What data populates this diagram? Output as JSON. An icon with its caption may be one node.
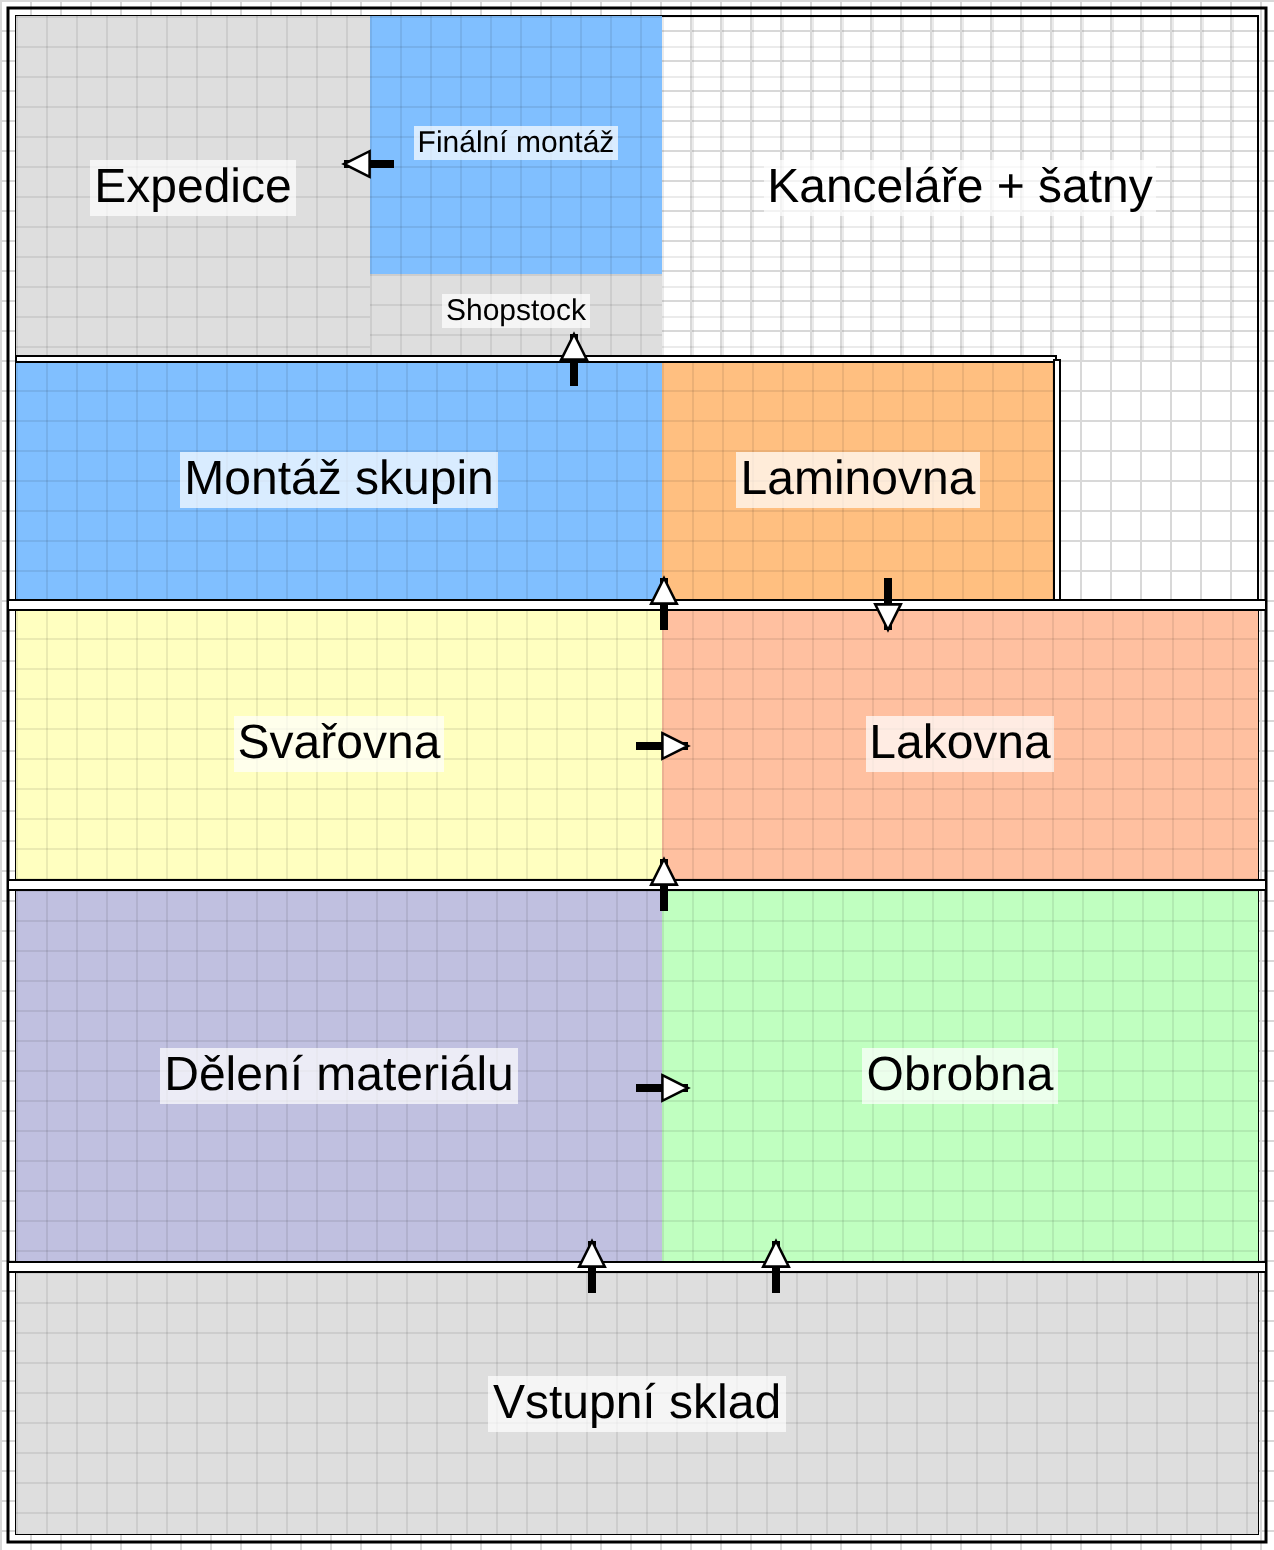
{
  "diagram": {
    "nodes": [
      {
        "text": [
          "Expedice"
        ]
      },
      {
        "text": [
          "Finální montáž"
        ]
      },
      {
        "text": [
          "Kanceláře + šatny"
        ]
      },
      {
        "text": [
          "Shopstock"
        ]
      },
      {
        "text": [
          "Montáž skupin"
        ]
      },
      {
        "text": [
          "Laminovna"
        ]
      },
      {
        "text": [
          "Svařovna"
        ]
      },
      {
        "text": [
          "Lakovna"
        ]
      },
      {
        "text": [
          "Dělení materiálu"
        ]
      },
      {
        "text": [
          "Obrobna"
        ]
      },
      {
        "text": [
          "Vstupní sklad"
        ]
      }
    ],
    "edges": [
      {
        "from": 1,
        "to": 0,
        "arrow": "to"
      },
      {
        "from": 4,
        "to": 3,
        "arrow": "to"
      },
      {
        "from": 6,
        "to": 4,
        "arrow": "to"
      },
      {
        "from": 5,
        "to": 7,
        "arrow": "to"
      },
      {
        "from": 6,
        "to": 7,
        "arrow": "to"
      },
      {
        "from": 8,
        "to": 6,
        "arrow": "to"
      },
      {
        "from": 8,
        "to": 9,
        "arrow": "to"
      },
      {
        "from": 10,
        "to": 8,
        "arrow": "to"
      },
      {
        "from": 10,
        "to": 9,
        "arrow": "to"
      }
    ]
  }
}
